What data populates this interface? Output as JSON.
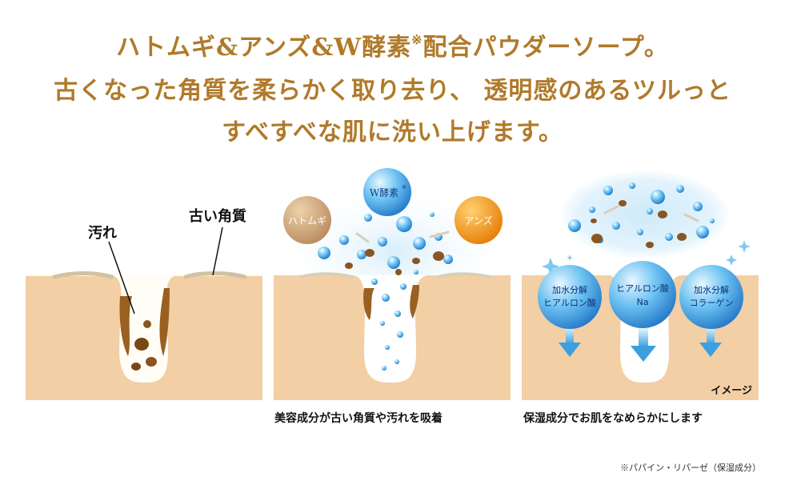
{
  "headline": {
    "line1_pre": "ハトムギ&アンズ&W酵素",
    "line1_mark": "※",
    "line1_post": "配合パウダーソープ。",
    "line2": "古くなった角質を柔らかく取り去り、 透明感のあるツルっと",
    "line3": "すべすべな肌に洗い上げます。"
  },
  "panel1": {
    "label_dirt": "汚れ",
    "label_old_skin": "古い角質"
  },
  "panel2": {
    "ingredient_left": "ハトムギ",
    "ingredient_center": "W酵素",
    "ingredient_center_mark": "※",
    "ingredient_right": "アンズ",
    "caption": "美容成分が古い角質や汚れを吸着"
  },
  "panel3": {
    "sphere1_line1": "加水分解",
    "sphere1_line2": "ヒアルロン酸",
    "sphere2_line1": "ヒアルロン酸",
    "sphere2_line2": "Na",
    "sphere3_line1": "加水分解",
    "sphere3_line2": "コラーゲン",
    "image_note": "イメージ",
    "caption": "保湿成分でお肌をなめらかにします"
  },
  "footnote": "※パパイン・リパーゼ（保湿成分）",
  "colors": {
    "headline": "#b07a2a",
    "skin": "#f3cfa5",
    "dirt": "#8a5520",
    "water": "#3aa0e0",
    "apricot": "#f08a10",
    "hatomugi": "#c79a66"
  }
}
